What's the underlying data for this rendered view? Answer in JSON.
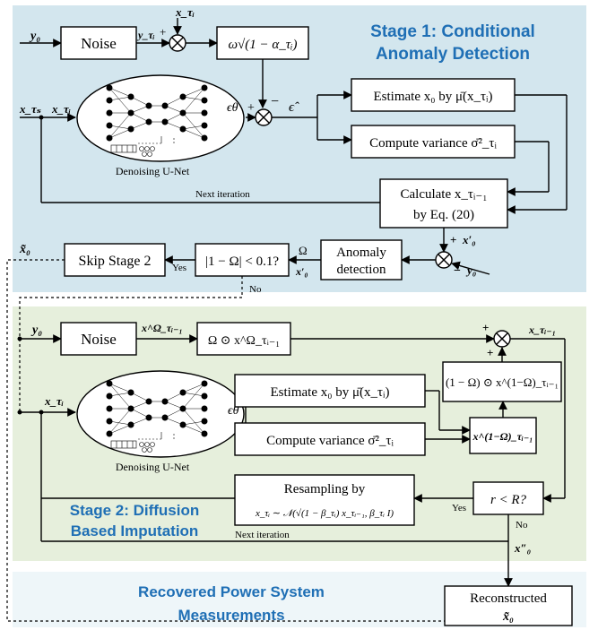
{
  "colors": {
    "stage1_bg": "#d3e6ee",
    "stage2_bg": "#e6efdc",
    "output_bg": "#eef6f9",
    "stage_title": "#1f6fb5"
  },
  "stage1": {
    "title_line1": "Stage 1: Conditional",
    "title_line2": "Anomaly Detection",
    "in_y0": "y₀",
    "noise": "Noise",
    "y_tau": "y_τᵢ",
    "x_tau_top": "x_τᵢ",
    "omega_sqrt": "ω√(1 − α_τᵢ)",
    "x_tau_s": "x_τₛ",
    "x_tau_i": "x_τᵢ",
    "unet_caption": "Denoising U-Net",
    "eps_theta": "ϵθ",
    "eps_hat": "ϵ̂",
    "plus": "+",
    "minus": "−",
    "estimate": "Estimate x₀ by μ̄(x_τᵢ)",
    "compute_var": "Compute variance σ̄²_τᵢ",
    "next_iter": "Next iteration",
    "calc_line1": "Calculate x_τᵢ₋₁",
    "calc_line2": "by Eq. (20)",
    "x0_prime": "x′₀",
    "y0_bottom": "y₀",
    "anomaly_line1": "Anomaly",
    "anomaly_line2": "detection",
    "omega": "Ω",
    "x0_prime_left": "x′₀",
    "condition": "|1 − Ω| < 0.1?",
    "yes": "Yes",
    "no": "No",
    "skip": "Skip Stage 2",
    "x0_tilde": "x̃₀"
  },
  "stage2": {
    "title_line1": "Stage 2: Diffusion",
    "title_line2": "Based Imputation",
    "in_y0": "y₀",
    "noise": "Noise",
    "x_omega": "x^Ω_τᵢ₋₁",
    "omega_odot": "Ω ⊙ x^Ω_τᵢ₋₁",
    "x_tau_i_out": "x_τᵢ₋₁",
    "x_tau_i": "x_τᵢ",
    "eps_theta": "ϵθ",
    "unet_caption": "Denoising U-Net",
    "estimate": "Estimate x₀ by μ̄(x_τᵢ)",
    "compute_var": "Compute variance σ̄²_τᵢ",
    "one_minus": "(1 − Ω) ⊙ x^(1−Ω)_τᵢ₋₁",
    "x_1mo": "x^(1−Ω)_τᵢ₋₁",
    "resample_line1": "Resampling by",
    "resample_line2": "x_τᵢ ∼ 𝒩(√(1 − β_τᵢ) x_τᵢ₋₁, β_τᵢ I)",
    "check": "r < R?",
    "yes": "Yes",
    "no": "No",
    "next_iter": "Next iteration",
    "x0_dprime": "x″₀"
  },
  "output": {
    "title_line1": "Recovered Power System",
    "title_line2": "Measurements",
    "recon_line1": "Reconstructed",
    "recon_line2": "x̃₀"
  }
}
